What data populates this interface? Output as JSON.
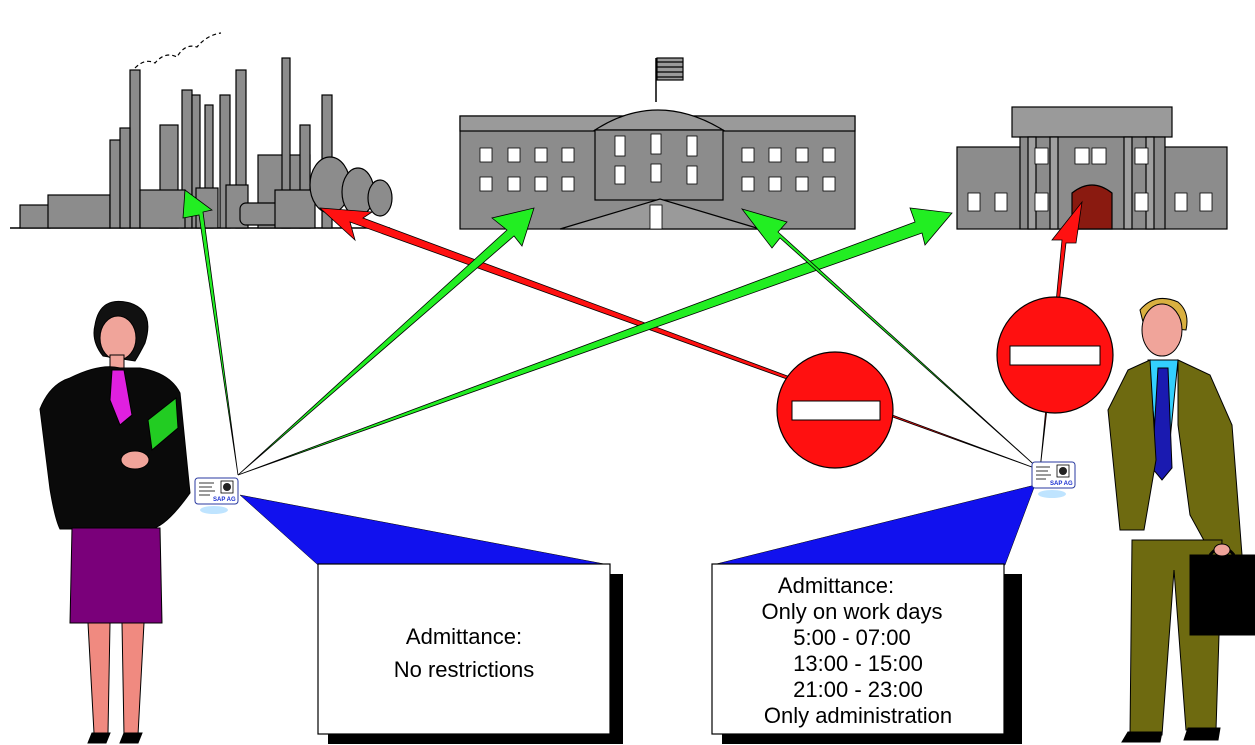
{
  "callout_left": {
    "lines": [
      "Admittance:",
      "No restrictions"
    ]
  },
  "callout_right": {
    "lines": [
      "Admittance:",
      "Only on work days",
      "5:00 - 07:00",
      "13:00 - 15:00",
      "21:00 - 23:00",
      "Only administration"
    ]
  },
  "badge_left": {
    "company": "SAP AG"
  },
  "badge_right": {
    "company": "SAP AG"
  },
  "colors": {
    "allowed_arrow": "#22ee22",
    "denied_arrow": "#ff1111",
    "beam": "#1111ee",
    "building": "#8c8c8c",
    "no_entry": "#ff1010"
  }
}
